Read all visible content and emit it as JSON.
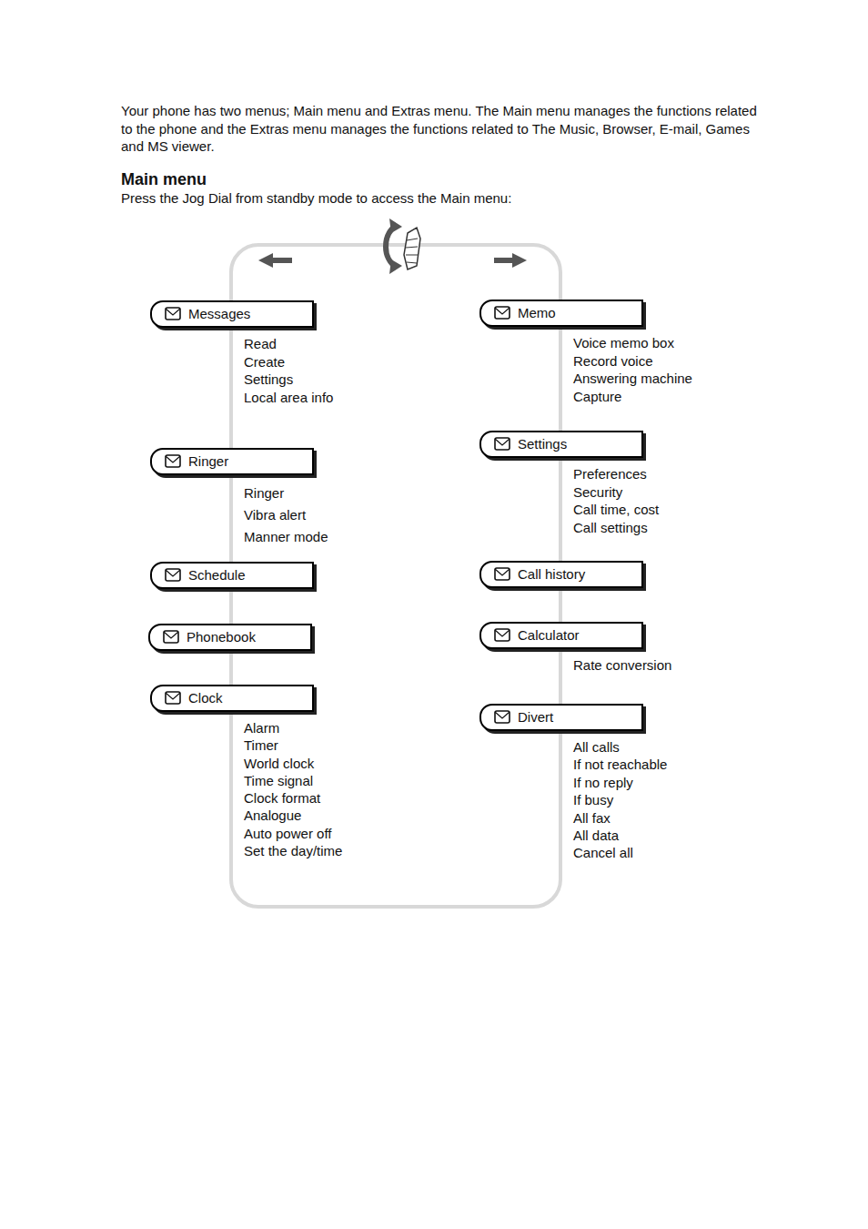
{
  "diagram": {
    "title": "Main menu",
    "nodes": [
      {
        "text": [
          "Messages",
          "Read",
          "Create",
          "Settings",
          "Local area info"
        ]
      },
      {
        "text": [
          "Ringer",
          "Ringer",
          "Vibra alert",
          "Manner mode"
        ]
      },
      {
        "text": [
          "Schedule"
        ]
      },
      {
        "text": [
          "Phonebook"
        ]
      },
      {
        "text": [
          "Clock",
          "Alarm",
          "Timer",
          "World clock",
          "Time signal",
          "Clock format",
          "Analogue",
          "Auto power off",
          "Set the day/time"
        ]
      },
      {
        "text": [
          "Memo",
          "Voice memo box",
          "Record voice",
          "Answering machine",
          "Capture"
        ]
      },
      {
        "text": [
          "Settings",
          "Preferences",
          "Security",
          "Call time, cost",
          "Call settings"
        ]
      },
      {
        "text": [
          "Call history"
        ]
      },
      {
        "text": [
          "Calculator",
          "Rate conversion"
        ]
      },
      {
        "text": [
          "Divert",
          "All calls",
          "If not reachable",
          "If no reply",
          "If busy",
          "All fax",
          "All data",
          "Cancel all"
        ]
      }
    ],
    "labels": [
      "Your phone has two menus; Main menu and Extras menu. The Main menu manages the functions related to the phone and the Extras menu manages the functions related to The Music, Browser, E-mail, Games and MS viewer.",
      "Press the Jog Dial from standby mode to access the Main menu:"
    ]
  }
}
